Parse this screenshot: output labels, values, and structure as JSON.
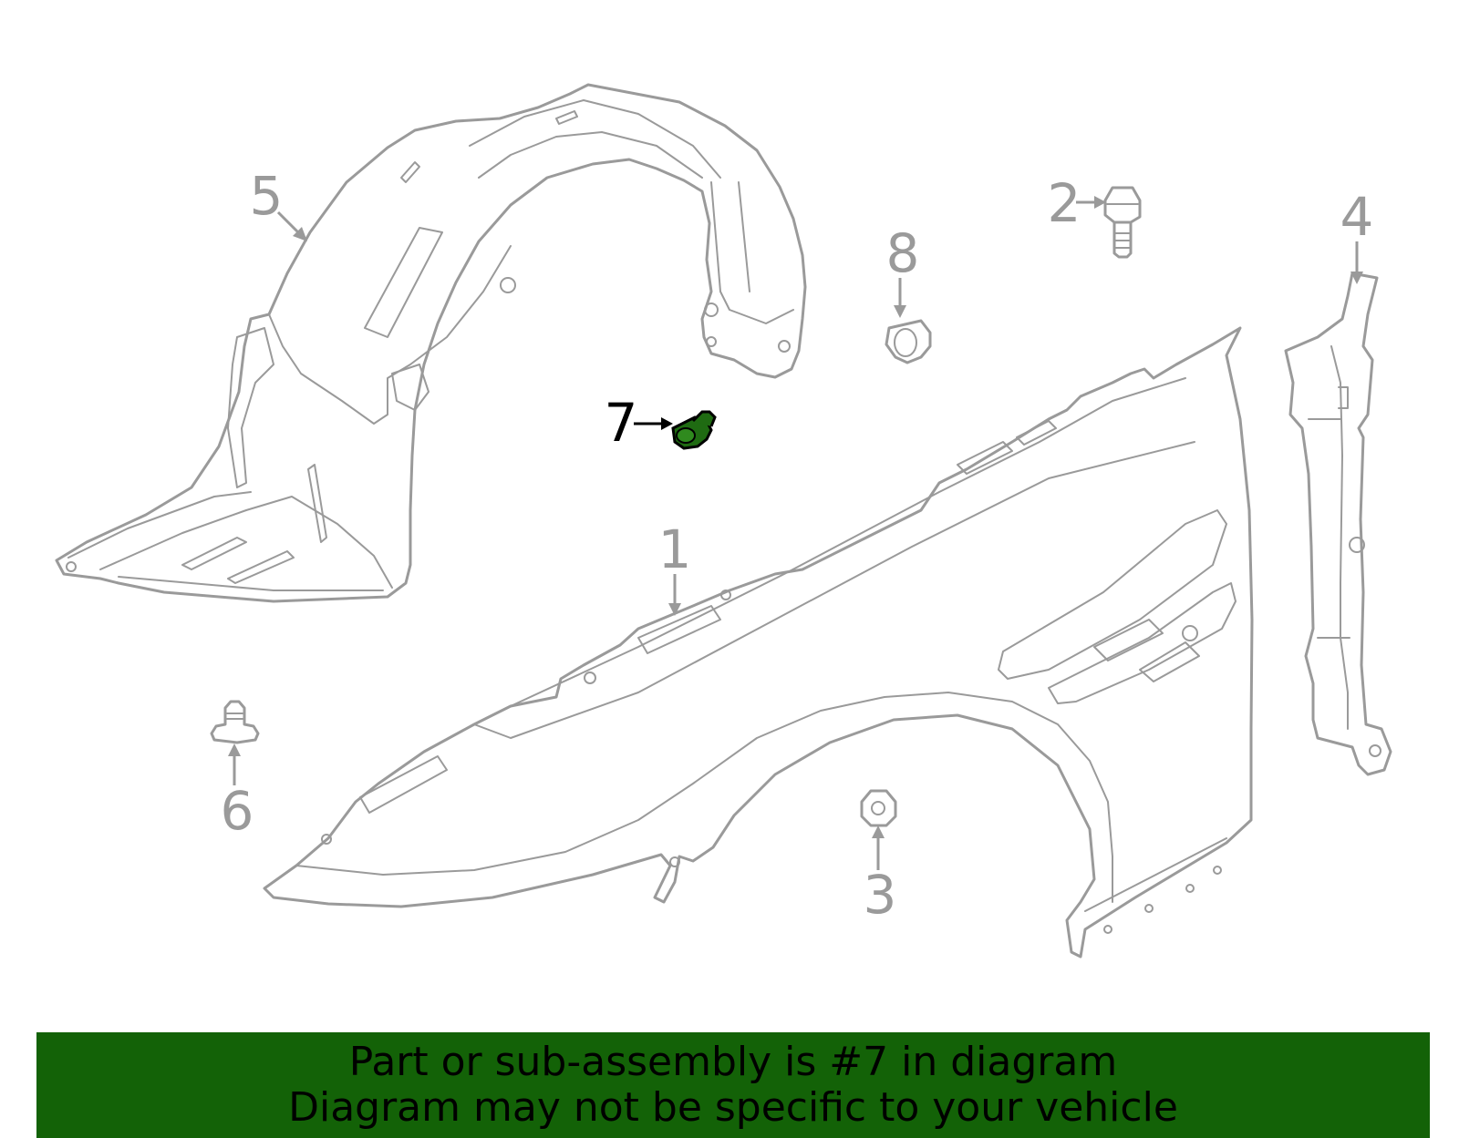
{
  "callouts": [
    {
      "id": "1",
      "label": "1",
      "active": false
    },
    {
      "id": "2",
      "label": "2",
      "active": false
    },
    {
      "id": "3",
      "label": "3",
      "active": false
    },
    {
      "id": "4",
      "label": "4",
      "active": false
    },
    {
      "id": "5",
      "label": "5",
      "active": false
    },
    {
      "id": "6",
      "label": "6",
      "active": false
    },
    {
      "id": "7",
      "label": "7",
      "active": true
    },
    {
      "id": "8",
      "label": "8",
      "active": false
    }
  ],
  "colors": {
    "part_stroke": "#9a9a9a",
    "highlight_part": "#1f6b12",
    "banner_background": "#136207",
    "banner_text": "#000000"
  },
  "banner": {
    "line1": "Part or sub-assembly is #7 in diagram",
    "line2": "Diagram may not be specific to your vehicle"
  }
}
